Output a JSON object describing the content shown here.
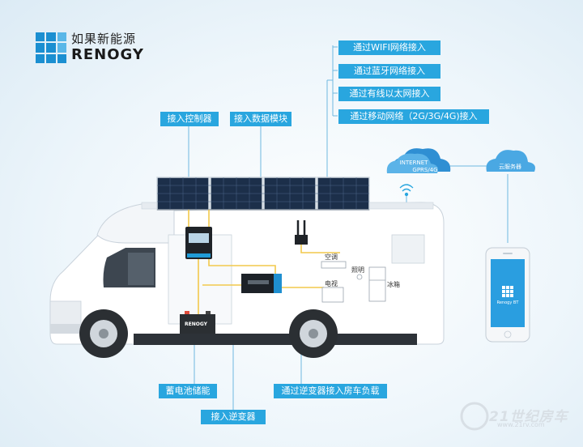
{
  "logo": {
    "cn": "如果新能源",
    "en": "RENOGY"
  },
  "labels": {
    "wifi": "通过WIFI网络接入",
    "bluetooth": "通过蓝牙网络接入",
    "ethernet": "通过有线以太网接入",
    "mobile": "通过移动网络（2G/3G/4G)接入",
    "controller": "接入控制器",
    "data_module": "接入数据模块",
    "battery": "蓄电池储能",
    "inverter": "接入逆变器",
    "rv_load": "通过逆变器接入房车负载"
  },
  "appliances": {
    "ac": "空调",
    "lighting": "照明",
    "tv": "电视",
    "fridge": "冰箱"
  },
  "clouds": {
    "internet": "INTERNET",
    "gprs": "GPRS/4G",
    "server": "云服务器"
  },
  "phone": {
    "app_name": "Renogy BT"
  },
  "battery_brand": "RENOGY",
  "watermark": {
    "logo": "21世纪房车",
    "url": "www.21rv.com"
  },
  "colors": {
    "accent": "#29a6df",
    "wire": "#f2c94c",
    "line": "#6fb8e0"
  }
}
